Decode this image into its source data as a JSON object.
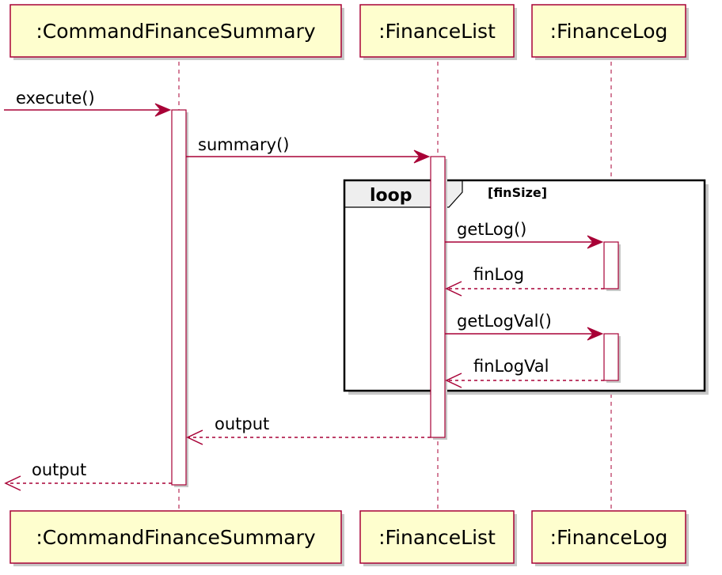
{
  "participants": [
    {
      "id": "cfs",
      "label": ":CommandFinanceSummary"
    },
    {
      "id": "fl",
      "label": ":FinanceList"
    },
    {
      "id": "log",
      "label": ":FinanceLog"
    }
  ],
  "frame": {
    "kind": "loop",
    "guard": "[finSize]"
  },
  "messages": [
    {
      "id": "execute",
      "label": "execute()",
      "from": "external",
      "to": "cfs",
      "style": "solid"
    },
    {
      "id": "summary",
      "label": "summary()",
      "from": "cfs",
      "to": "fl",
      "style": "solid"
    },
    {
      "id": "getlog",
      "label": "getLog()",
      "from": "fl",
      "to": "log",
      "style": "solid"
    },
    {
      "id": "finlog",
      "label": "finLog",
      "from": "log",
      "to": "fl",
      "style": "dashed"
    },
    {
      "id": "getlogval",
      "label": "getLogVal()",
      "from": "fl",
      "to": "log",
      "style": "solid"
    },
    {
      "id": "finlogval",
      "label": "finLogVal",
      "from": "log",
      "to": "fl",
      "style": "dashed"
    },
    {
      "id": "output-fl",
      "label": "output",
      "from": "fl",
      "to": "cfs",
      "style": "dashed"
    },
    {
      "id": "output-cfs",
      "label": "output",
      "from": "cfs",
      "to": "external",
      "style": "dashed"
    }
  ],
  "colors": {
    "border": "#A80036",
    "participant_fill": "#FEFECE",
    "frame_tab_fill": "#EEEEEE"
  }
}
